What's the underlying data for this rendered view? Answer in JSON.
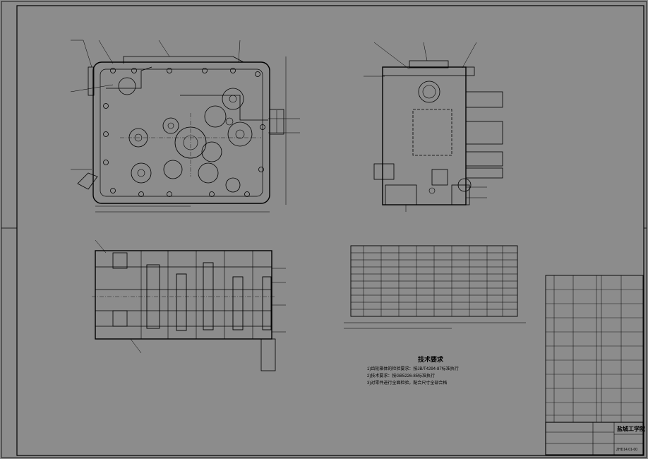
{
  "drawing": {
    "heading": "技术要求",
    "requirements": [
      "1)齿轮箱体的检验要求：按JB/T4294-87标准执行",
      "2)技术要求：按GB5226-85标准执行",
      "3)对零件进行全面检验，配合尺寸全部合格"
    ],
    "title_block": {
      "company": "盐城工学院",
      "drawing_number": "ZHD14.01-00"
    }
  }
}
